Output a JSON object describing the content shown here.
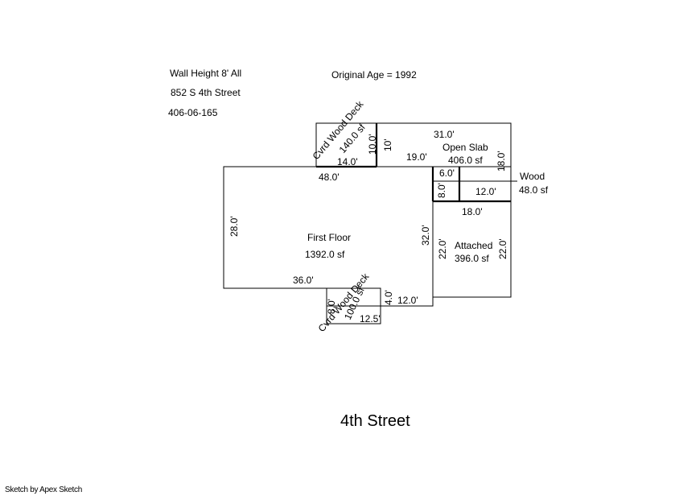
{
  "header": {
    "wall_height": "Wall Height 8' All",
    "address": "852 S 4th Street",
    "parcel": "406-06-165",
    "original_age": "Original Age  =  1992"
  },
  "areas": {
    "first_floor": {
      "name": "First Floor",
      "area": "1392.0 sf"
    },
    "open_slab": {
      "name": "Open Slab",
      "area": "406.0 sf"
    },
    "attached": {
      "name": "Attached",
      "area": "396.0 sf"
    },
    "wood": {
      "name": "Wood",
      "area": "48.0 sf"
    },
    "deck_top": {
      "name": "Cvrd Wood Deck",
      "area": "140.0 sf"
    },
    "deck_bottom": {
      "name": "Cvrd Wood Deck",
      "area": "100.0 sf"
    }
  },
  "dims": {
    "ff_top": "48.0'",
    "ff_left": "28.0'",
    "ff_bottom": "36.0'",
    "ff_right": "32.0'",
    "deck_top_bottom": "14.0'",
    "deck_top_side": "10.0'",
    "slab_side": "10'",
    "slab_top": "31.0'",
    "slab_bottom": "19.0'",
    "slab_right": "18.0'",
    "wood_top": "6.0'",
    "wood_side": "8.0'",
    "wood_bottom": "12.0'",
    "att_top": "18.0'",
    "att_left": "22.0'",
    "att_right": "22.0'",
    "step_side": "4.0'",
    "step_bottom": "12.0'",
    "deck_bot_side": "8.0'",
    "deck_bot_bottom": "12.5'"
  },
  "street": "4th Street",
  "credit": "Sketch by Apex Sketch"
}
